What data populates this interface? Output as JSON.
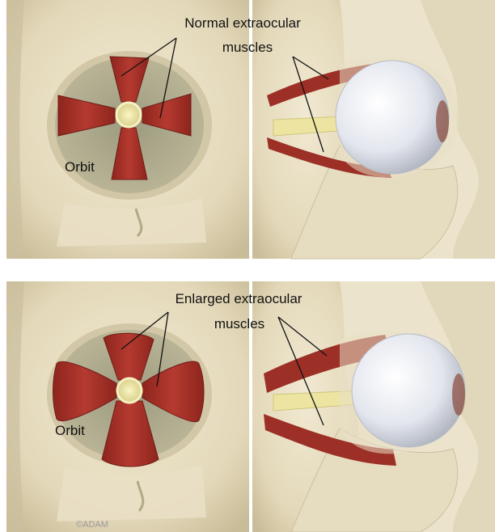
{
  "top_panel": {
    "label_line1": "Normal extraocular",
    "label_line2": "muscles",
    "orbit_label": "Orbit"
  },
  "bottom_panel": {
    "label_line1": "Enlarged extraocular",
    "label_line2": "muscles",
    "orbit_label": "Orbit"
  },
  "watermark": "©ADAM",
  "colors": {
    "bone": "#e6dcc0",
    "bone_shadow": "#cfc3a2",
    "orbit_cavity": "#a9a58b",
    "muscle": "#a8342b",
    "muscle_dark": "#7e2019",
    "nerve": "#efe9a8",
    "eyeball": "#eef0f5"
  }
}
